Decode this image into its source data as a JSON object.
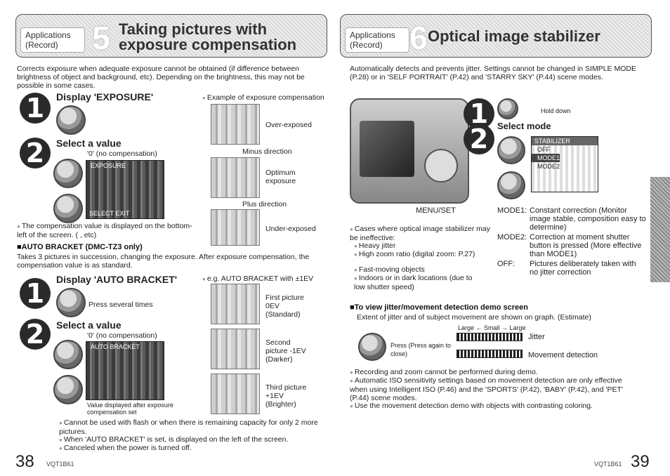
{
  "left": {
    "header": {
      "tag": "Applications (Record)",
      "num": "5",
      "title": "Taking pictures with exposure compensation"
    },
    "intro": "Corrects exposure when adequate exposure cannot be obtained (if difference between brightness of object and background, etc). Depending on the brightness, this may not be possible in some cases.",
    "step1_title": "Display 'EXPOSURE'",
    "example_title": "Example of exposure compensation",
    "over": "Over-exposed",
    "minus": "Minus direction",
    "optimum": "Optimum exposure",
    "plus": "Plus direction",
    "under": "Under-exposed",
    "step2_title": "Select a value",
    "zero_note": "'0' (no compensation)",
    "lcd1_top": "EXPOSURE",
    "lcd1_bottom": "SELECT   EXIT",
    "comp_note": "The compensation value is displayed on the bottom-left of the screen. ( , etc)",
    "auto_bracket_h": "AUTO BRACKET (DMC-TZ3 only)",
    "auto_bracket_text": "Takes 3 pictures in succession, changing the exposure. After exposure compensation, the compensation value is as standard.",
    "step3_title": "Display 'AUTO BRACKET'",
    "eg": "e.g. AUTO BRACKET with ±1EV",
    "press_several": "Press several times",
    "first": "First picture 0EV (Standard)",
    "step4_title": "Select a value",
    "zero_note2": "'0' (no compensation)",
    "lcd2_top": "AUTO BRACKET",
    "second": "Second picture -1EV (Darker)",
    "third": "Third picture +1EV (Brighter)",
    "value_note": "Value displayed after exposure compensation set",
    "notes": [
      "Cannot be used with flash or when there is remaining capacity for only 2 more pictures.",
      "When 'AUTO BRACKET' is set, is displayed on the left of the screen.",
      "Canceled when the power is turned off."
    ],
    "page": "38",
    "code": "VQT1B61"
  },
  "right": {
    "header": {
      "tag": "Applications (Record)",
      "num": "6",
      "title": "Optical image stabilizer"
    },
    "intro": "Automatically detects and prevents jitter. Settings cannot be changed in SIMPLE MODE (P.28) or in 'SELF PORTRAIT' (P.42) and 'STARRY SKY' (P.44) scene modes.",
    "hold_down": "Hold down",
    "select_mode": "Select mode",
    "lcd_title": "STABILIZER",
    "lcd_items": [
      "OFF",
      "MODE1",
      "MODE2"
    ],
    "menu_set": "MENU/SET",
    "cases_title": "Cases where optical image stabilizer may be ineffective:",
    "cases": [
      "Heavy jitter",
      "High zoom ratio (digital zoom: P.27)",
      "Fast-moving objects",
      "Indoors or in dark locations (due to low shutter speed)"
    ],
    "modes": [
      {
        "k": "MODE1:",
        "v": "Constant correction (Monitor image stable, composition easy to determine)"
      },
      {
        "k": "MODE2:",
        "v": "Correction at moment shutter button is pressed (More effective than MODE1)"
      },
      {
        "k": "OFF:",
        "v": "Pictures deliberately taken with no jitter correction"
      }
    ],
    "demo_h": "To view jitter/movement detection demo screen",
    "demo_text": "Extent of jitter and of subject movement are shown on graph. (Estimate)",
    "scale": "Large ← Small → Large",
    "press": "Press (Press again to close)",
    "jitter": "Jitter",
    "movement": "Movement detection",
    "notes": [
      "Recording and zoom cannot be performed during demo.",
      "Automatic ISO sensitivity settings based on movement detection are only effective when using Intelligent ISO (P.46) and the 'SPORTS' (P.42), 'BABY' (P.42), and 'PET' (P.44) scene modes.",
      "Use the movement detection demo with objects with contrasting coloring."
    ],
    "page": "39",
    "code": "VQT1B61"
  }
}
